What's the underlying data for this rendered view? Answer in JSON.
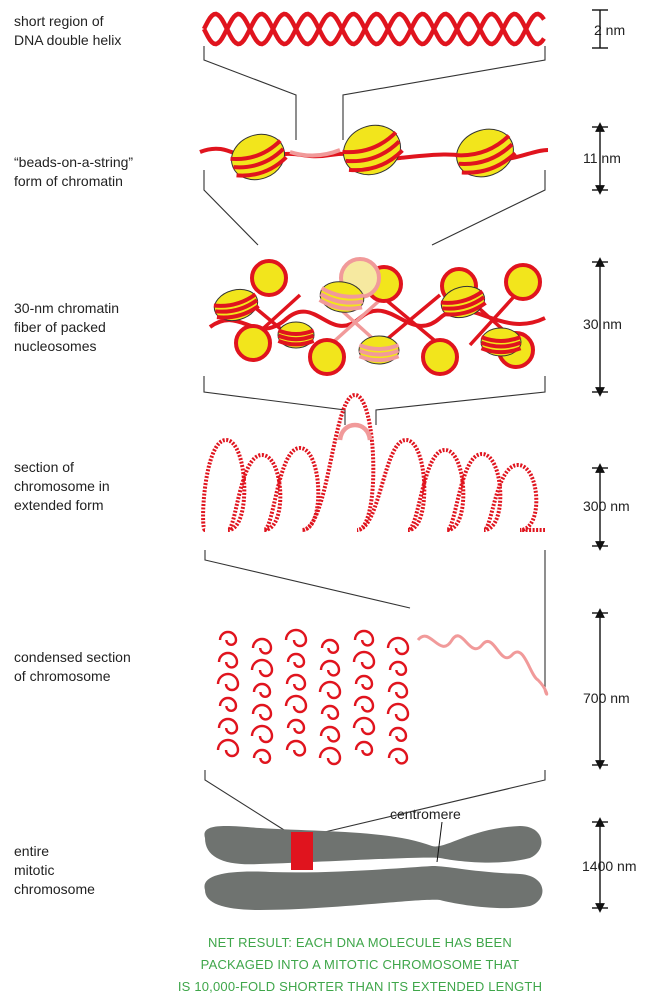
{
  "levels": [
    {
      "label_lines": [
        "short region of",
        "DNA double helix"
      ],
      "scale": "2 nm"
    },
    {
      "label_lines": [
        "“beads-on-a-string”",
        "form of chromatin"
      ],
      "scale": "11 nm"
    },
    {
      "label_lines": [
        "30-nm chromatin",
        "fiber of packed",
        "nucleosomes"
      ],
      "scale": "30 nm"
    },
    {
      "label_lines": [
        "section of",
        "chromosome in",
        "extended form"
      ],
      "scale": "300 nm"
    },
    {
      "label_lines": [
        "condensed section",
        "of chromosome"
      ],
      "scale": "700 nm"
    },
    {
      "label_lines": [
        "entire",
        "mitotic",
        "chromosome"
      ],
      "scale": "1400 nm"
    }
  ],
  "centromere_label": "centromere",
  "net_result_lines": [
    "NET RESULT: EACH DNA MOLECULE HAS BEEN",
    "PACKAGED INTO A MITOTIC CHROMOSOME THAT",
    "IS 10,000-FOLD SHORTER THAN ITS EXTENDED LENGTH"
  ],
  "colors": {
    "dna": "#e0141e",
    "dna_light": "#f19a9a",
    "nucleosome": "#f2e51c",
    "chromosome": "#6f7370",
    "net_result": "#3fa64a"
  }
}
